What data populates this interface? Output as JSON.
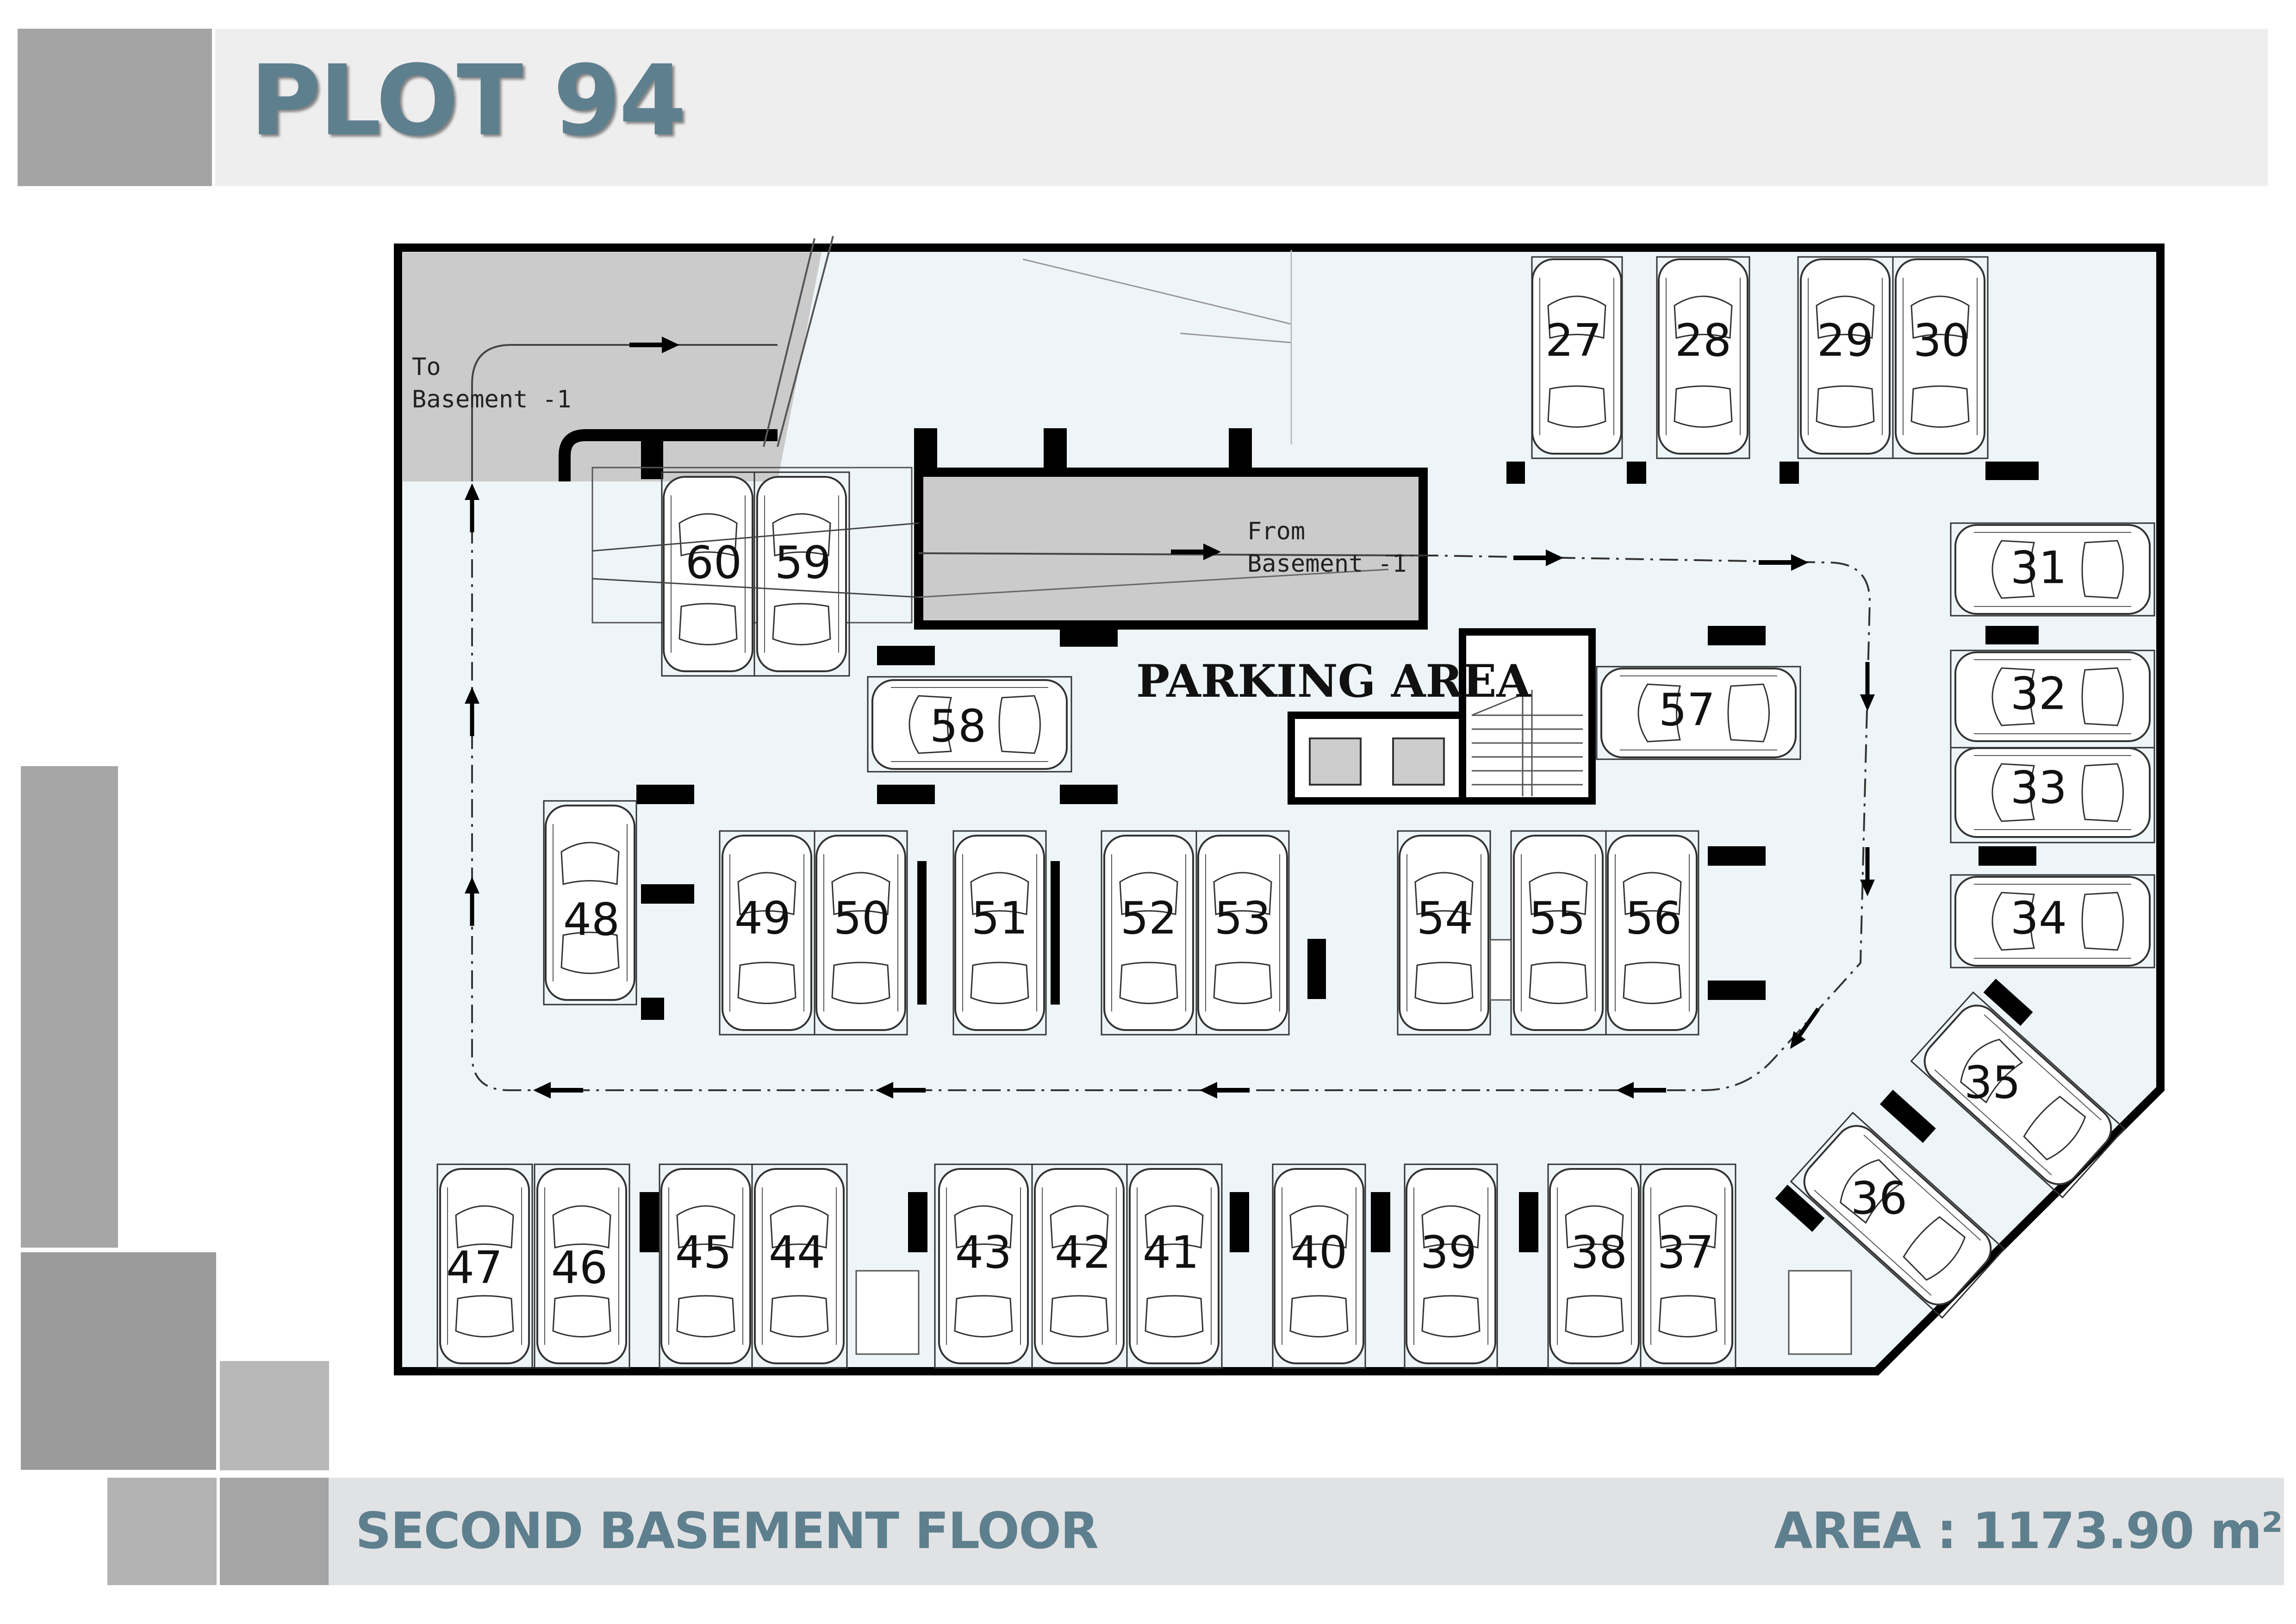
{
  "header": {
    "title": "PLOT 94"
  },
  "footer": {
    "floor_name": "SECOND BASEMENT FLOOR",
    "area_text": "AREA : 1173.90 m²"
  },
  "plan": {
    "labels": {
      "parking_area": "PARKING AREA",
      "to_basement": [
        "To",
        "Basement -1"
      ],
      "from_basement": [
        "From",
        "Basement -1"
      ]
    },
    "spaces": [
      "27",
      "28",
      "29",
      "30",
      "31",
      "32",
      "33",
      "34",
      "35",
      "36",
      "37",
      "38",
      "39",
      "40",
      "41",
      "42",
      "43",
      "44",
      "45",
      "46",
      "47",
      "48",
      "49",
      "50",
      "51",
      "52",
      "53",
      "54",
      "55",
      "56",
      "57",
      "58",
      "59",
      "60"
    ]
  },
  "colors": {
    "title": "#5e7f8e",
    "floor_fill": "#eef5f8",
    "ramp_fill": "#cccccc",
    "grey_blocks": [
      "#a3a3a3",
      "#9a9a9a",
      "#b6b6b6"
    ]
  }
}
